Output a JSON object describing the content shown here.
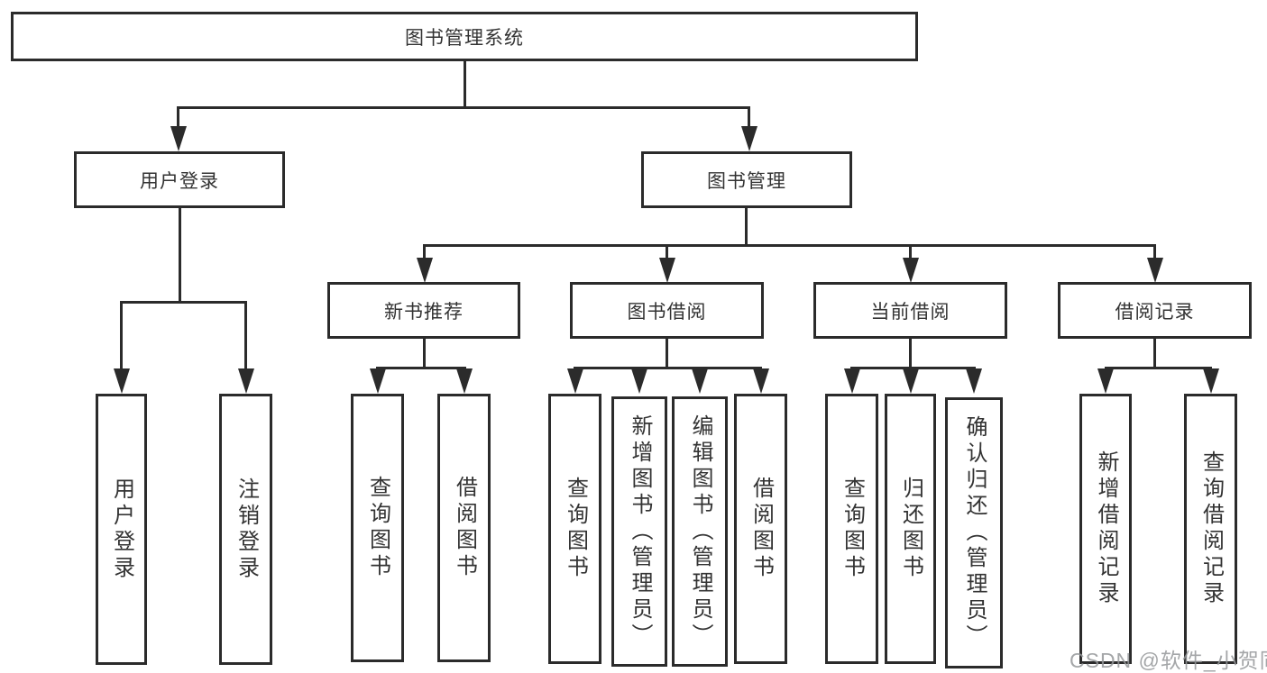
{
  "diagram": {
    "title": "图书管理系统",
    "branches": {
      "user_login": {
        "label": "用户登录",
        "children": [
          {
            "label": "用户登录"
          },
          {
            "label": "注销登录"
          }
        ]
      },
      "book_management": {
        "label": "图书管理",
        "modules": [
          {
            "label": "新书推荐",
            "children": [
              {
                "label": "查询图书"
              },
              {
                "label": "借阅图书"
              }
            ]
          },
          {
            "label": "图书借阅",
            "children": [
              {
                "label": "查询图书"
              },
              {
                "label": "新增图书（管理员）"
              },
              {
                "label": "编辑图书（管理员）"
              },
              {
                "label": "借阅图书"
              }
            ]
          },
          {
            "label": "当前借阅",
            "children": [
              {
                "label": "查询图书"
              },
              {
                "label": "归还图书"
              },
              {
                "label": "确认归还（管理员）"
              }
            ]
          },
          {
            "label": "借阅记录",
            "children": [
              {
                "label": "新增借阅记录"
              },
              {
                "label": "查询借阅记录"
              }
            ]
          }
        ]
      }
    }
  },
  "watermark": "CSDN @软件_小贺同学",
  "colors": {
    "line": "#2b2b2b",
    "text": "#333333",
    "background": "#ffffff",
    "watermark": "#949699"
  }
}
